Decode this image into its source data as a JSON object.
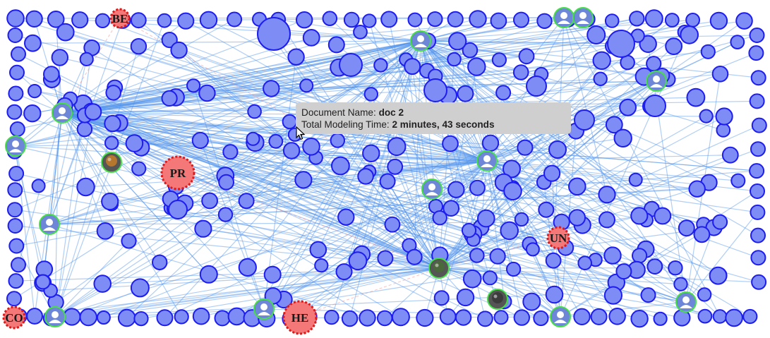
{
  "graph": {
    "colors": {
      "edge": "#4f93ea",
      "document_fill": "#7e8cf6",
      "document_stroke": "#1d1df0",
      "user_ring": "#45e045",
      "tag_fill": "#f47878",
      "tag_stroke": "#e01818"
    },
    "tag_nodes": [
      {
        "label": "BE"
      },
      {
        "label": "PR"
      },
      {
        "label": "UN"
      },
      {
        "label": "CO"
      },
      {
        "label": "HE"
      }
    ],
    "user_icon": "user-avatar-icon",
    "photo_icon": "user-photo-icon"
  },
  "tooltip": {
    "line1_label": "Document Name:",
    "line1_value": "doc 2",
    "line2_label": "Total Modeling Time:",
    "line2_value": "2 minutes, 43 seconds"
  }
}
